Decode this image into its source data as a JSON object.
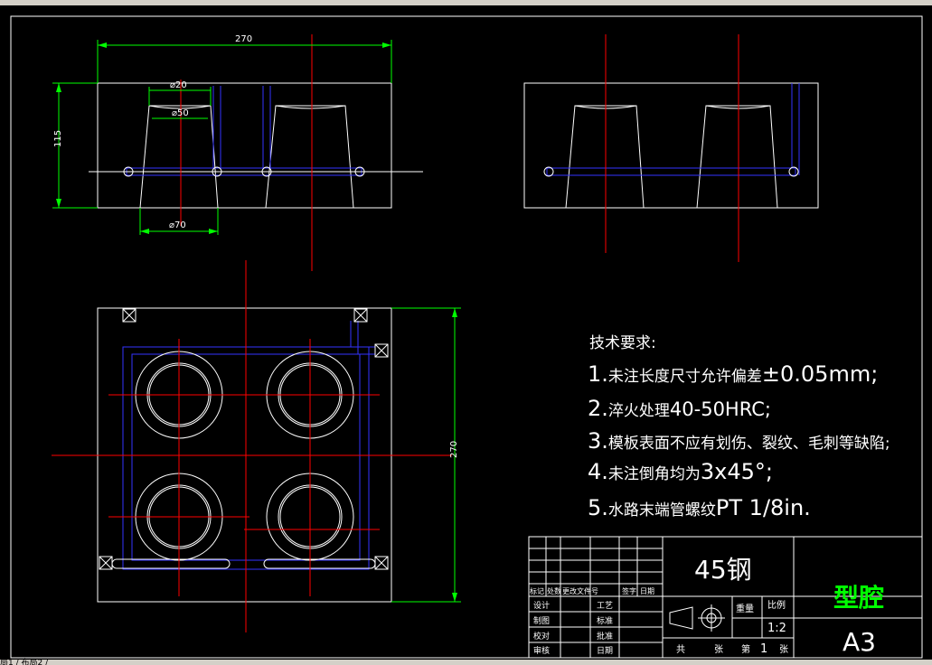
{
  "dims": {
    "top_width": "270",
    "top_height": "115",
    "dia1": "⌀20",
    "dia2": "⌀50",
    "dia3": "⌀70",
    "plan_height": "270"
  },
  "tech": {
    "heading": "技术要求:",
    "items": [
      {
        "num": "1.",
        "cn": "未注长度尺寸允许偏差",
        "en": "±0.05mm;"
      },
      {
        "num": "2.",
        "cn": "淬火处理",
        "en": "40-50HRC;"
      },
      {
        "num": "3.",
        "cn": "模板表面不应有划伤、裂纹、毛刺等缺陷;",
        "en": ""
      },
      {
        "num": "4.",
        "cn": "未注倒角均为",
        "en": "3x45°;"
      },
      {
        "num": "5.",
        "cn": "水路末端管螺纹",
        "en": "PT 1/8in."
      }
    ]
  },
  "title_block": {
    "material": "45钢",
    "part_name": "型腔",
    "sheet_size": "A3",
    "scale": "1:2",
    "weight_label": "重量",
    "scale_label": "比例",
    "revision_header": [
      "标记",
      "处数",
      "更改文件号",
      "签字",
      "日期"
    ],
    "roles_left": [
      "设计",
      "制图",
      "校对",
      "审核"
    ],
    "roles_right": [
      "工艺",
      "标准",
      "批准",
      "日期"
    ],
    "sheet_total": "共",
    "sheet_total_unit": "张",
    "sheet_no_label": "第",
    "sheet_no": "1",
    "sheet_no_unit": "张"
  },
  "status": {
    "layout_tabs": "局1 / 布局2 /"
  },
  "colors": {
    "outline": "#ffffff",
    "center": "#ff0000",
    "dimension": "#00ff00",
    "water": "#0000ff",
    "title": "#00ff00"
  }
}
